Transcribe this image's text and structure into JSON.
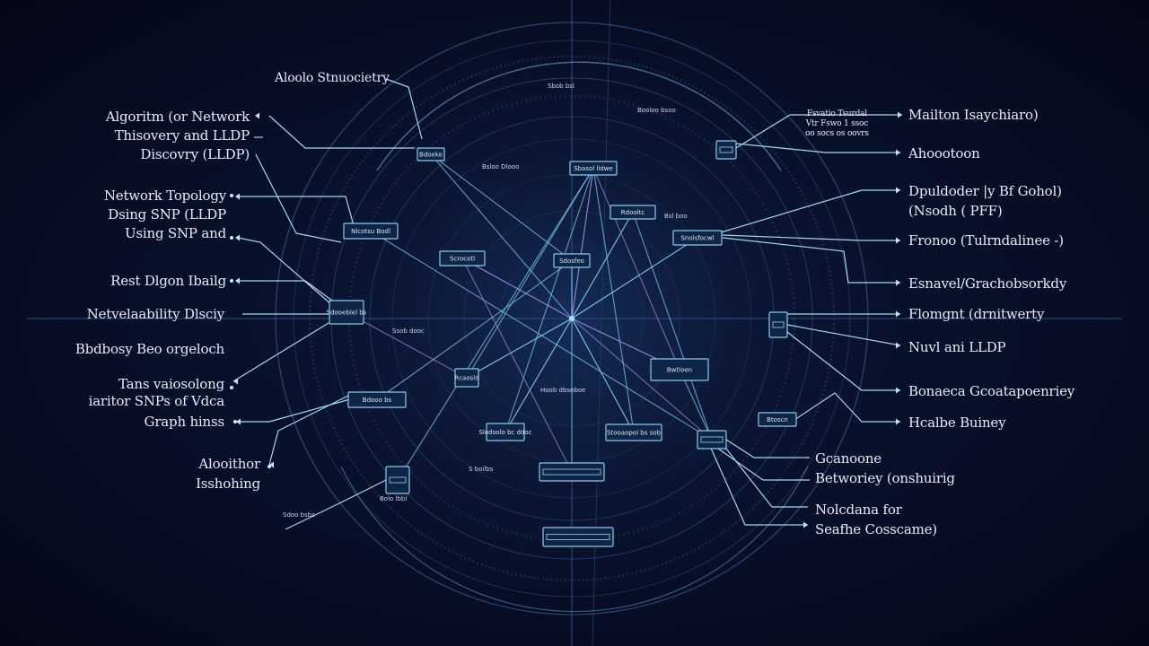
{
  "left_labels": [
    {
      "id": "top-center",
      "text": "Aloolo Stnuocietry"
    },
    {
      "id": "l1",
      "lines": [
        "Algoritm (or Network",
        "Thisovery and LLDP",
        "Discovry (LLDP)"
      ]
    },
    {
      "id": "l2",
      "lines": [
        "Network Topology",
        "Dsing SNP (LLDP",
        "Using SNP and"
      ]
    },
    {
      "id": "l3",
      "lines": [
        "Rest Dlgon Ibailg"
      ]
    },
    {
      "id": "l4",
      "lines": [
        "Netvelaability Dlsciy"
      ]
    },
    {
      "id": "l5",
      "lines": [
        "Bbdbosy Beo orgeloch"
      ]
    },
    {
      "id": "l6",
      "lines": [
        "Tans vaiosolong",
        "iaritor SNPs of Vdca",
        "Graph hinss"
      ]
    },
    {
      "id": "l7",
      "lines": [
        "Alooithor",
        "Isshohing"
      ]
    }
  ],
  "right_labels": [
    {
      "id": "r0",
      "lines": [
        "Fsvatio Tsurdal",
        "Vtr Fswo 1 ssoc",
        "oo socs os oovrs"
      ]
    },
    {
      "id": "r1",
      "lines": [
        "Mailton Isaychiaro)"
      ]
    },
    {
      "id": "r2",
      "lines": [
        "Ahoootoon"
      ]
    },
    {
      "id": "r3",
      "lines": [
        "Dpuldoder |y Bf Gohol)",
        "(Nsodh ( PFF)"
      ]
    },
    {
      "id": "r4",
      "lines": [
        "Fronoo (Tulrndalinee -)"
      ]
    },
    {
      "id": "r5",
      "lines": [
        "Esnavel/Grachobsorkdy"
      ]
    },
    {
      "id": "r6",
      "lines": [
        "Flomgnt (drnitwerty"
      ]
    },
    {
      "id": "r7",
      "lines": [
        "Nuvl ani LLDP"
      ]
    },
    {
      "id": "r8",
      "lines": [
        "Bonaeca Gcoatapoenriey"
      ]
    },
    {
      "id": "r9",
      "lines": [
        "Hcalbe Buiney"
      ]
    },
    {
      "id": "r10",
      "lines": [
        "Gcanoone",
        "Betworiey (onshuirig"
      ]
    },
    {
      "id": "r11",
      "lines": [
        "Nolcdana for",
        "Seafhe Cosscame)"
      ]
    }
  ],
  "nodes": [
    {
      "id": "n1",
      "text": "Bdoeke"
    },
    {
      "id": "n2",
      "text": "Sbasol lidwe"
    },
    {
      "id": "n3",
      "text": "Rdooltc"
    },
    {
      "id": "n4",
      "text": "Sdosfeo"
    },
    {
      "id": "n5",
      "text": "Nlcotsu Bodl"
    },
    {
      "id": "n6",
      "text": "Scrocotl"
    },
    {
      "id": "n7",
      "text": "Snolsfocwl"
    },
    {
      "id": "n8",
      "text": "Sdooeblel bs"
    },
    {
      "id": "n9",
      "text": "Rcaosld"
    },
    {
      "id": "n10",
      "text": "Bwtloen"
    },
    {
      "id": "n11",
      "text": "Bdooo bs"
    },
    {
      "id": "n12",
      "text": "Slodsolo bc ddoc"
    },
    {
      "id": "n13",
      "text": "Stooaopol bs sob"
    },
    {
      "id": "n14",
      "text": "Btoscn"
    }
  ],
  "annotations": [
    {
      "id": "a1",
      "text": "Bsloo Dlooo"
    },
    {
      "id": "a2",
      "text": "Ssob dooc"
    },
    {
      "id": "a3",
      "text": "Bsl boo"
    },
    {
      "id": "a4",
      "text": "Hoob dbsoboe"
    },
    {
      "id": "a5",
      "text": "S boilbs"
    },
    {
      "id": "a6",
      "text": "Bolo lbbl"
    },
    {
      "id": "a7",
      "text": "Sdoo bsbs"
    },
    {
      "id": "a8",
      "text": "Booloo bsoo"
    },
    {
      "id": "a9",
      "text": "Sbob bsl"
    }
  ],
  "colors": {
    "background": "#070b22",
    "ring": "#3b5f8f",
    "link_blue": "#7ec6ec",
    "link_purple": "#9a84d8",
    "node_fill": "#0e2547",
    "node_stroke": "#8ec8ea",
    "label_text": "#e6ecf7"
  }
}
